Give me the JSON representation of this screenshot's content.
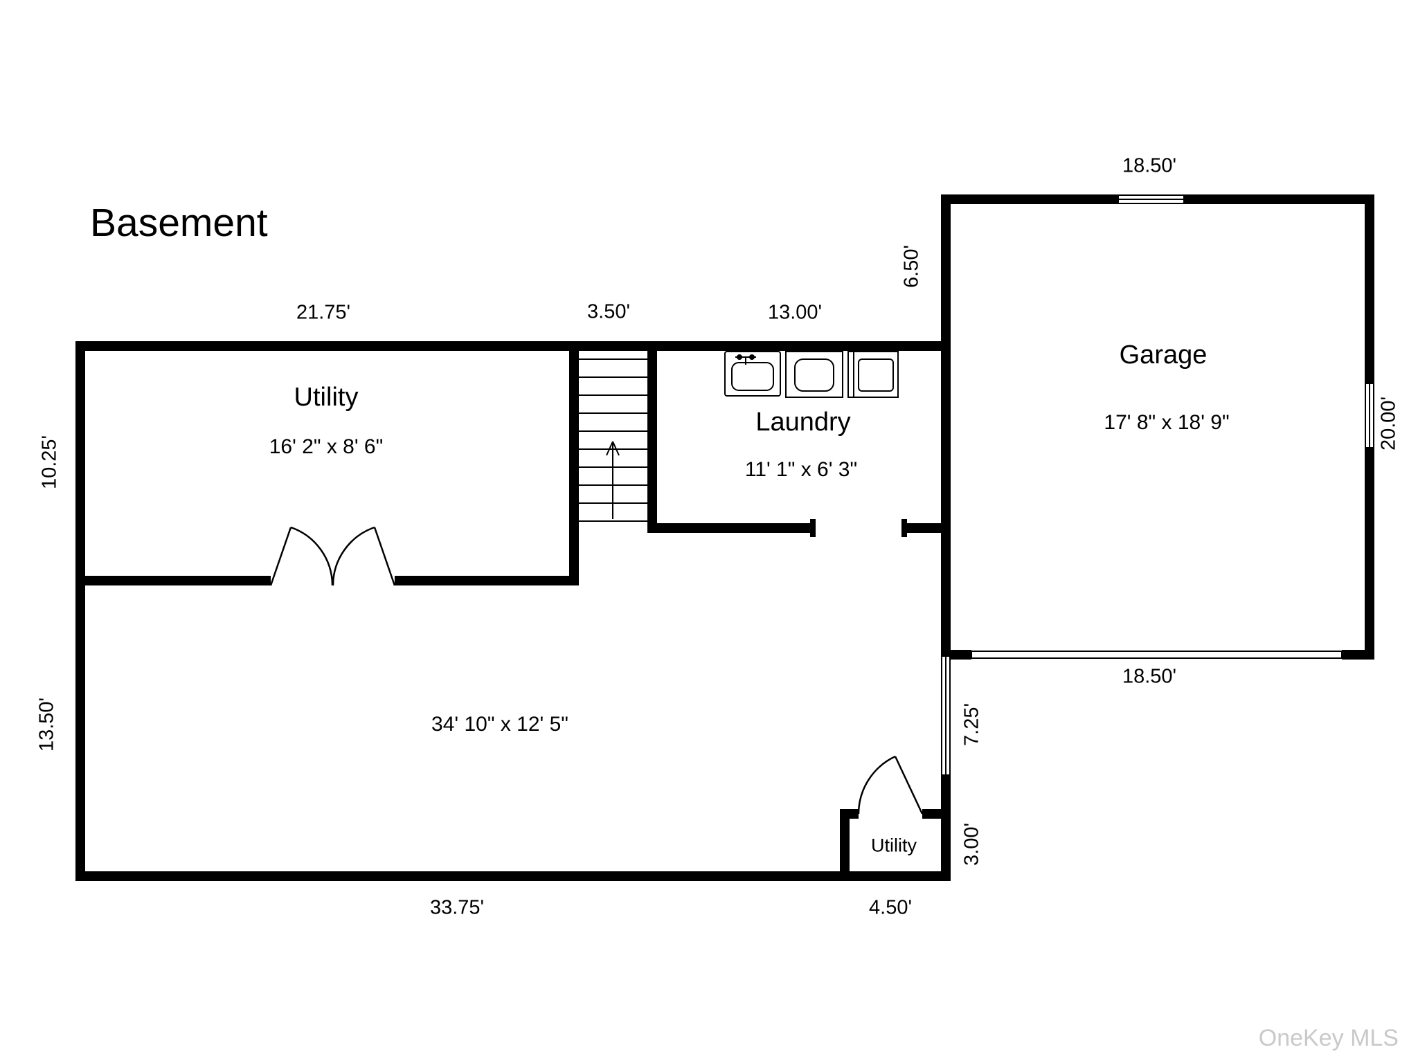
{
  "title": "Basement",
  "watermark": "OneKey MLS",
  "rooms": {
    "utility": {
      "name": "Utility",
      "dims": "16' 2\" x 8' 6\""
    },
    "laundry": {
      "name": "Laundry",
      "dims": "11' 1\" x 6' 3\""
    },
    "garage": {
      "name": "Garage",
      "dims": "17' 8\" x 18' 9\""
    },
    "main": {
      "dims": "34' 10\" x 12' 5\""
    },
    "closet": {
      "name": "Utility"
    }
  },
  "dimensions": {
    "top_utility": "21.75'",
    "top_stairs": "3.50'",
    "top_laundry": "13.00'",
    "garage_top": "18.50'",
    "garage_left": "6.50'",
    "garage_right": "20.00'",
    "left_upper": "10.25'",
    "left_lower": "13.50'",
    "garage_bottom": "18.50'",
    "right_window": "7.25'",
    "right_lower": "3.00'",
    "bottom_main": "33.75'",
    "bottom_closet": "4.50'"
  }
}
